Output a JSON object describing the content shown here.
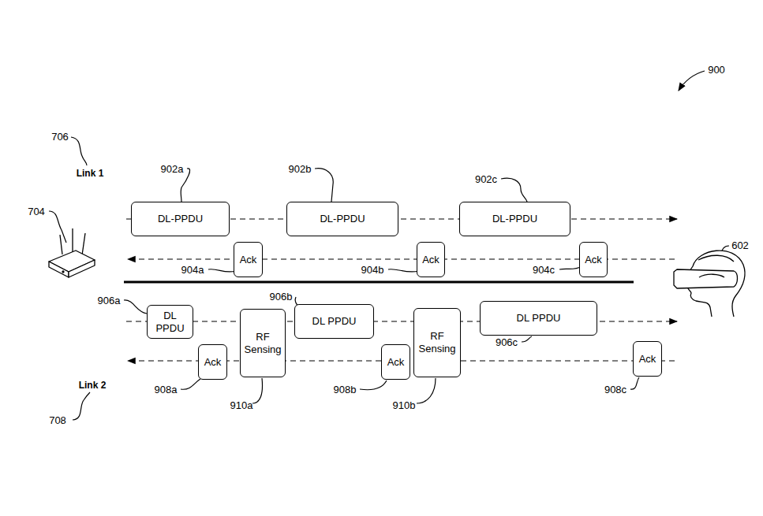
{
  "diagram": {
    "nodes": [
      {
        "text": [
          "DL-PPDU"
        ]
      },
      {
        "text": [
          "DL-PPDU"
        ]
      },
      {
        "text": [
          "DL-PPDU"
        ]
      },
      {
        "text": [
          "Ack"
        ]
      },
      {
        "text": [
          "Ack"
        ]
      },
      {
        "text": [
          "Ack"
        ]
      },
      {
        "text": [
          "DL PPDU"
        ]
      },
      {
        "text": [
          "RF Sensing"
        ]
      },
      {
        "text": [
          "DL PPDU"
        ]
      },
      {
        "text": [
          "RF Sensing"
        ]
      },
      {
        "text": [
          "DL PPDU"
        ]
      },
      {
        "text": [
          "Ack"
        ]
      },
      {
        "text": [
          "Ack"
        ]
      },
      {
        "text": [
          "Ack"
        ]
      }
    ],
    "labels": [
      "900",
      "706",
      "Link 1",
      "704",
      "902a",
      "902b",
      "902c",
      "904a",
      "904b",
      "904c",
      "906a",
      "906b",
      "906c",
      "908a",
      "908b",
      "908c",
      "910a",
      "910b",
      "Link 2",
      "708",
      "602"
    ]
  }
}
